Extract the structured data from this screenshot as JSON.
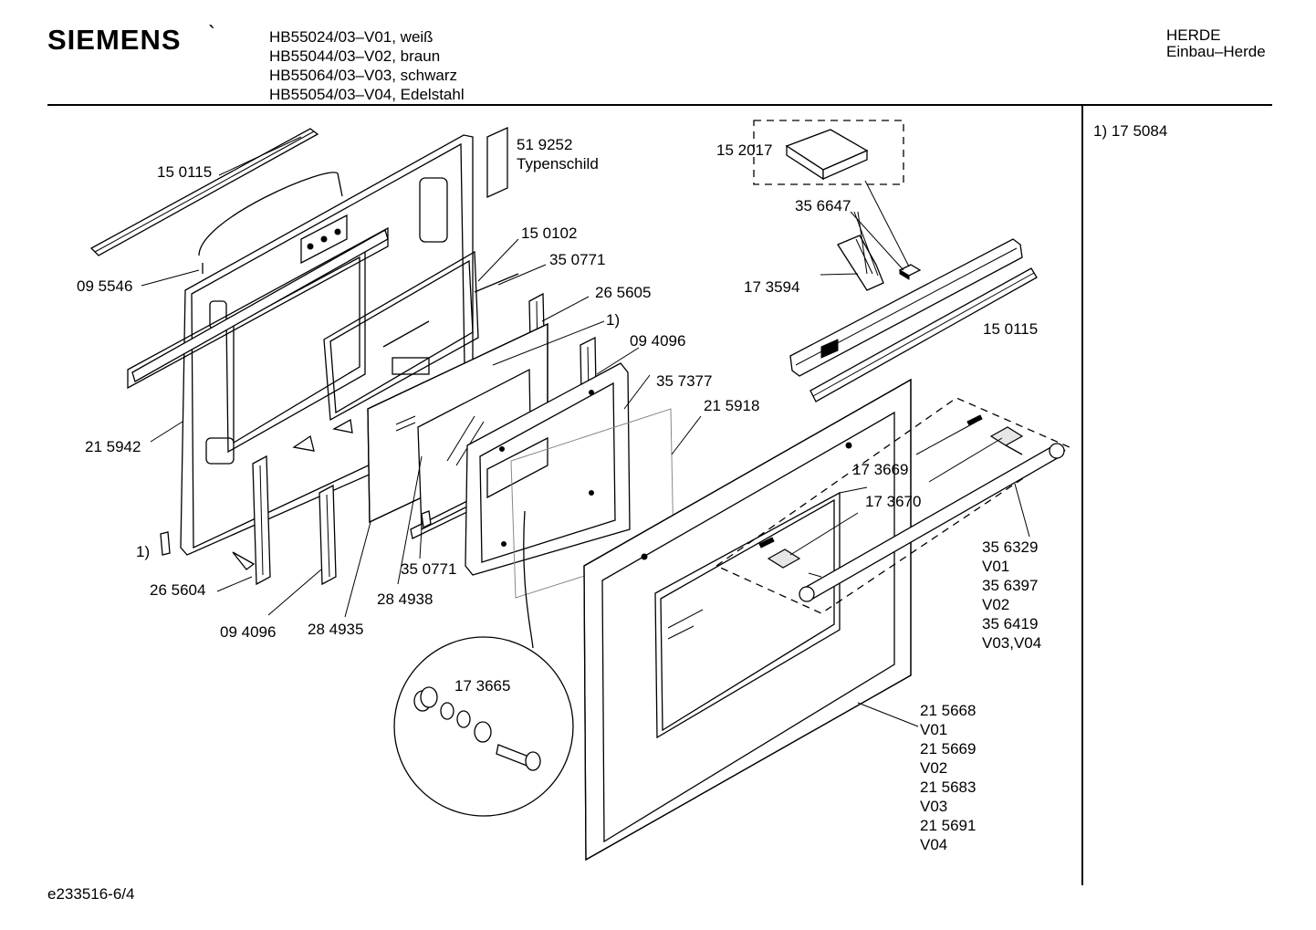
{
  "header": {
    "brand": "SIEMENS",
    "brand_mark": "`",
    "models": [
      "HB55024/03–V01, weiß",
      "HB55044/03–V02, braun",
      "HB55064/03–V03, schwarz",
      "HB55054/03–V04, Edelstahl"
    ],
    "category": "HERDE",
    "subcategory": "Einbau–Herde"
  },
  "footnote": "1) 17 5084",
  "doc_id": "e233516-6/4",
  "parts": {
    "p150115_left": "15 0115",
    "p095546": "09 5546",
    "p519252": "51 9252",
    "p519252_name": "Typenschild",
    "p150102": "15 0102",
    "p350771_top": "35 0771",
    "p265605": "26 5605",
    "ref1_mid": "1)",
    "p094096_right": "09 4096",
    "p357377": "35 7377",
    "p215918": "21 5918",
    "p215942": "21 5942",
    "ref1_left": "1)",
    "p265604": "26 5604",
    "p094096_bottom": "09 4096",
    "p284935": "28 4935",
    "p284938": "28 4938",
    "p350771_bottom": "35 0771",
    "p152017": "15 2017",
    "p356647": "35 6647",
    "p173594": "17 3594",
    "p150115_right": "15 0115",
    "p173669": "17 3669",
    "p173670": "17 3670",
    "p173665": "17 3665",
    "handle_variants": [
      "35 6329",
      "V01",
      "35 6397",
      "V02",
      "35 6419",
      "V03,V04"
    ],
    "glass_variants": [
      "21 5668",
      "V01",
      "21 5669",
      "V02",
      "21 5683",
      "V03",
      "21 5691",
      "V04"
    ]
  }
}
